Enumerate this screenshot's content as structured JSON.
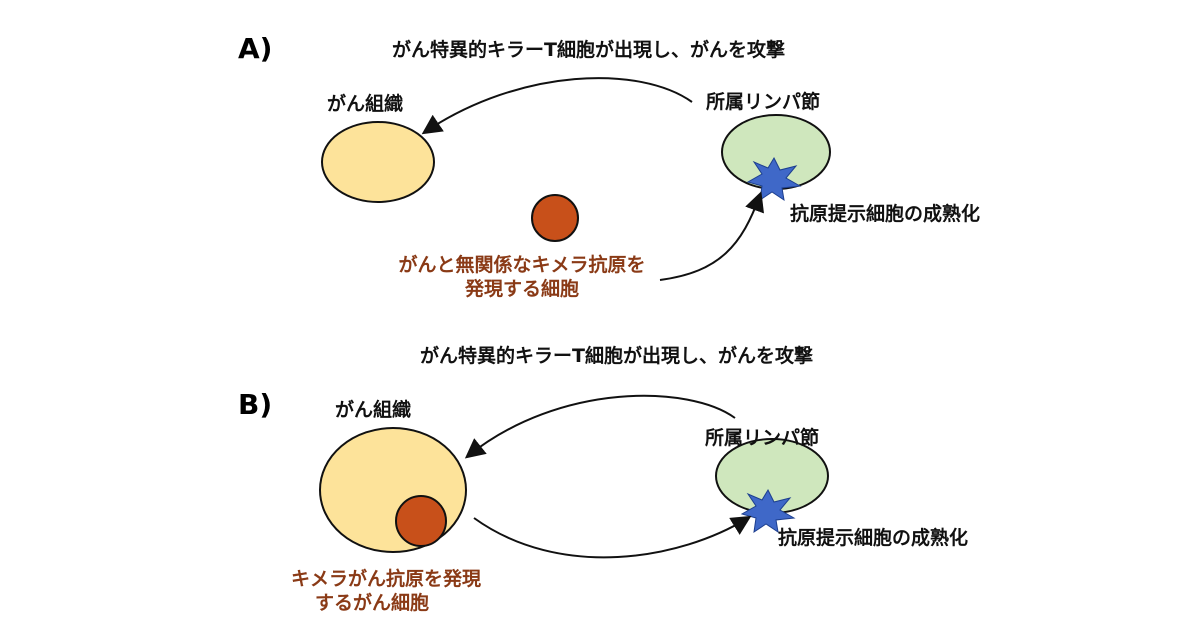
{
  "panel_a": {
    "label": "A)",
    "arrow_caption": "がん特異的キラーT細胞が出現し、がんを攻撃",
    "tumor_label": "がん組織",
    "lymph_label": "所属リンパ節",
    "apc_label": "抗原提示細胞の成熟化",
    "cell_label_line1": "がんと無関係なキメラ抗原を",
    "cell_label_line2": "発現する細胞"
  },
  "panel_b": {
    "label": "B)",
    "arrow_caption": "がん特異的キラーT細胞が出現し、がんを攻撃",
    "tumor_label": "がん組織",
    "lymph_label": "所属リンパ節",
    "apc_label": "抗原提示細胞の成熟化",
    "cell_label_line1": "キメラがん抗原を発現",
    "cell_label_line2": "するがん細胞"
  },
  "colors": {
    "tumor_fill": "#fde39a",
    "lymph_fill": "#cfe7bd",
    "cell_fill": "#c8501a",
    "apc_fill": "#3f68c8",
    "label_red": "#8a3a16"
  }
}
